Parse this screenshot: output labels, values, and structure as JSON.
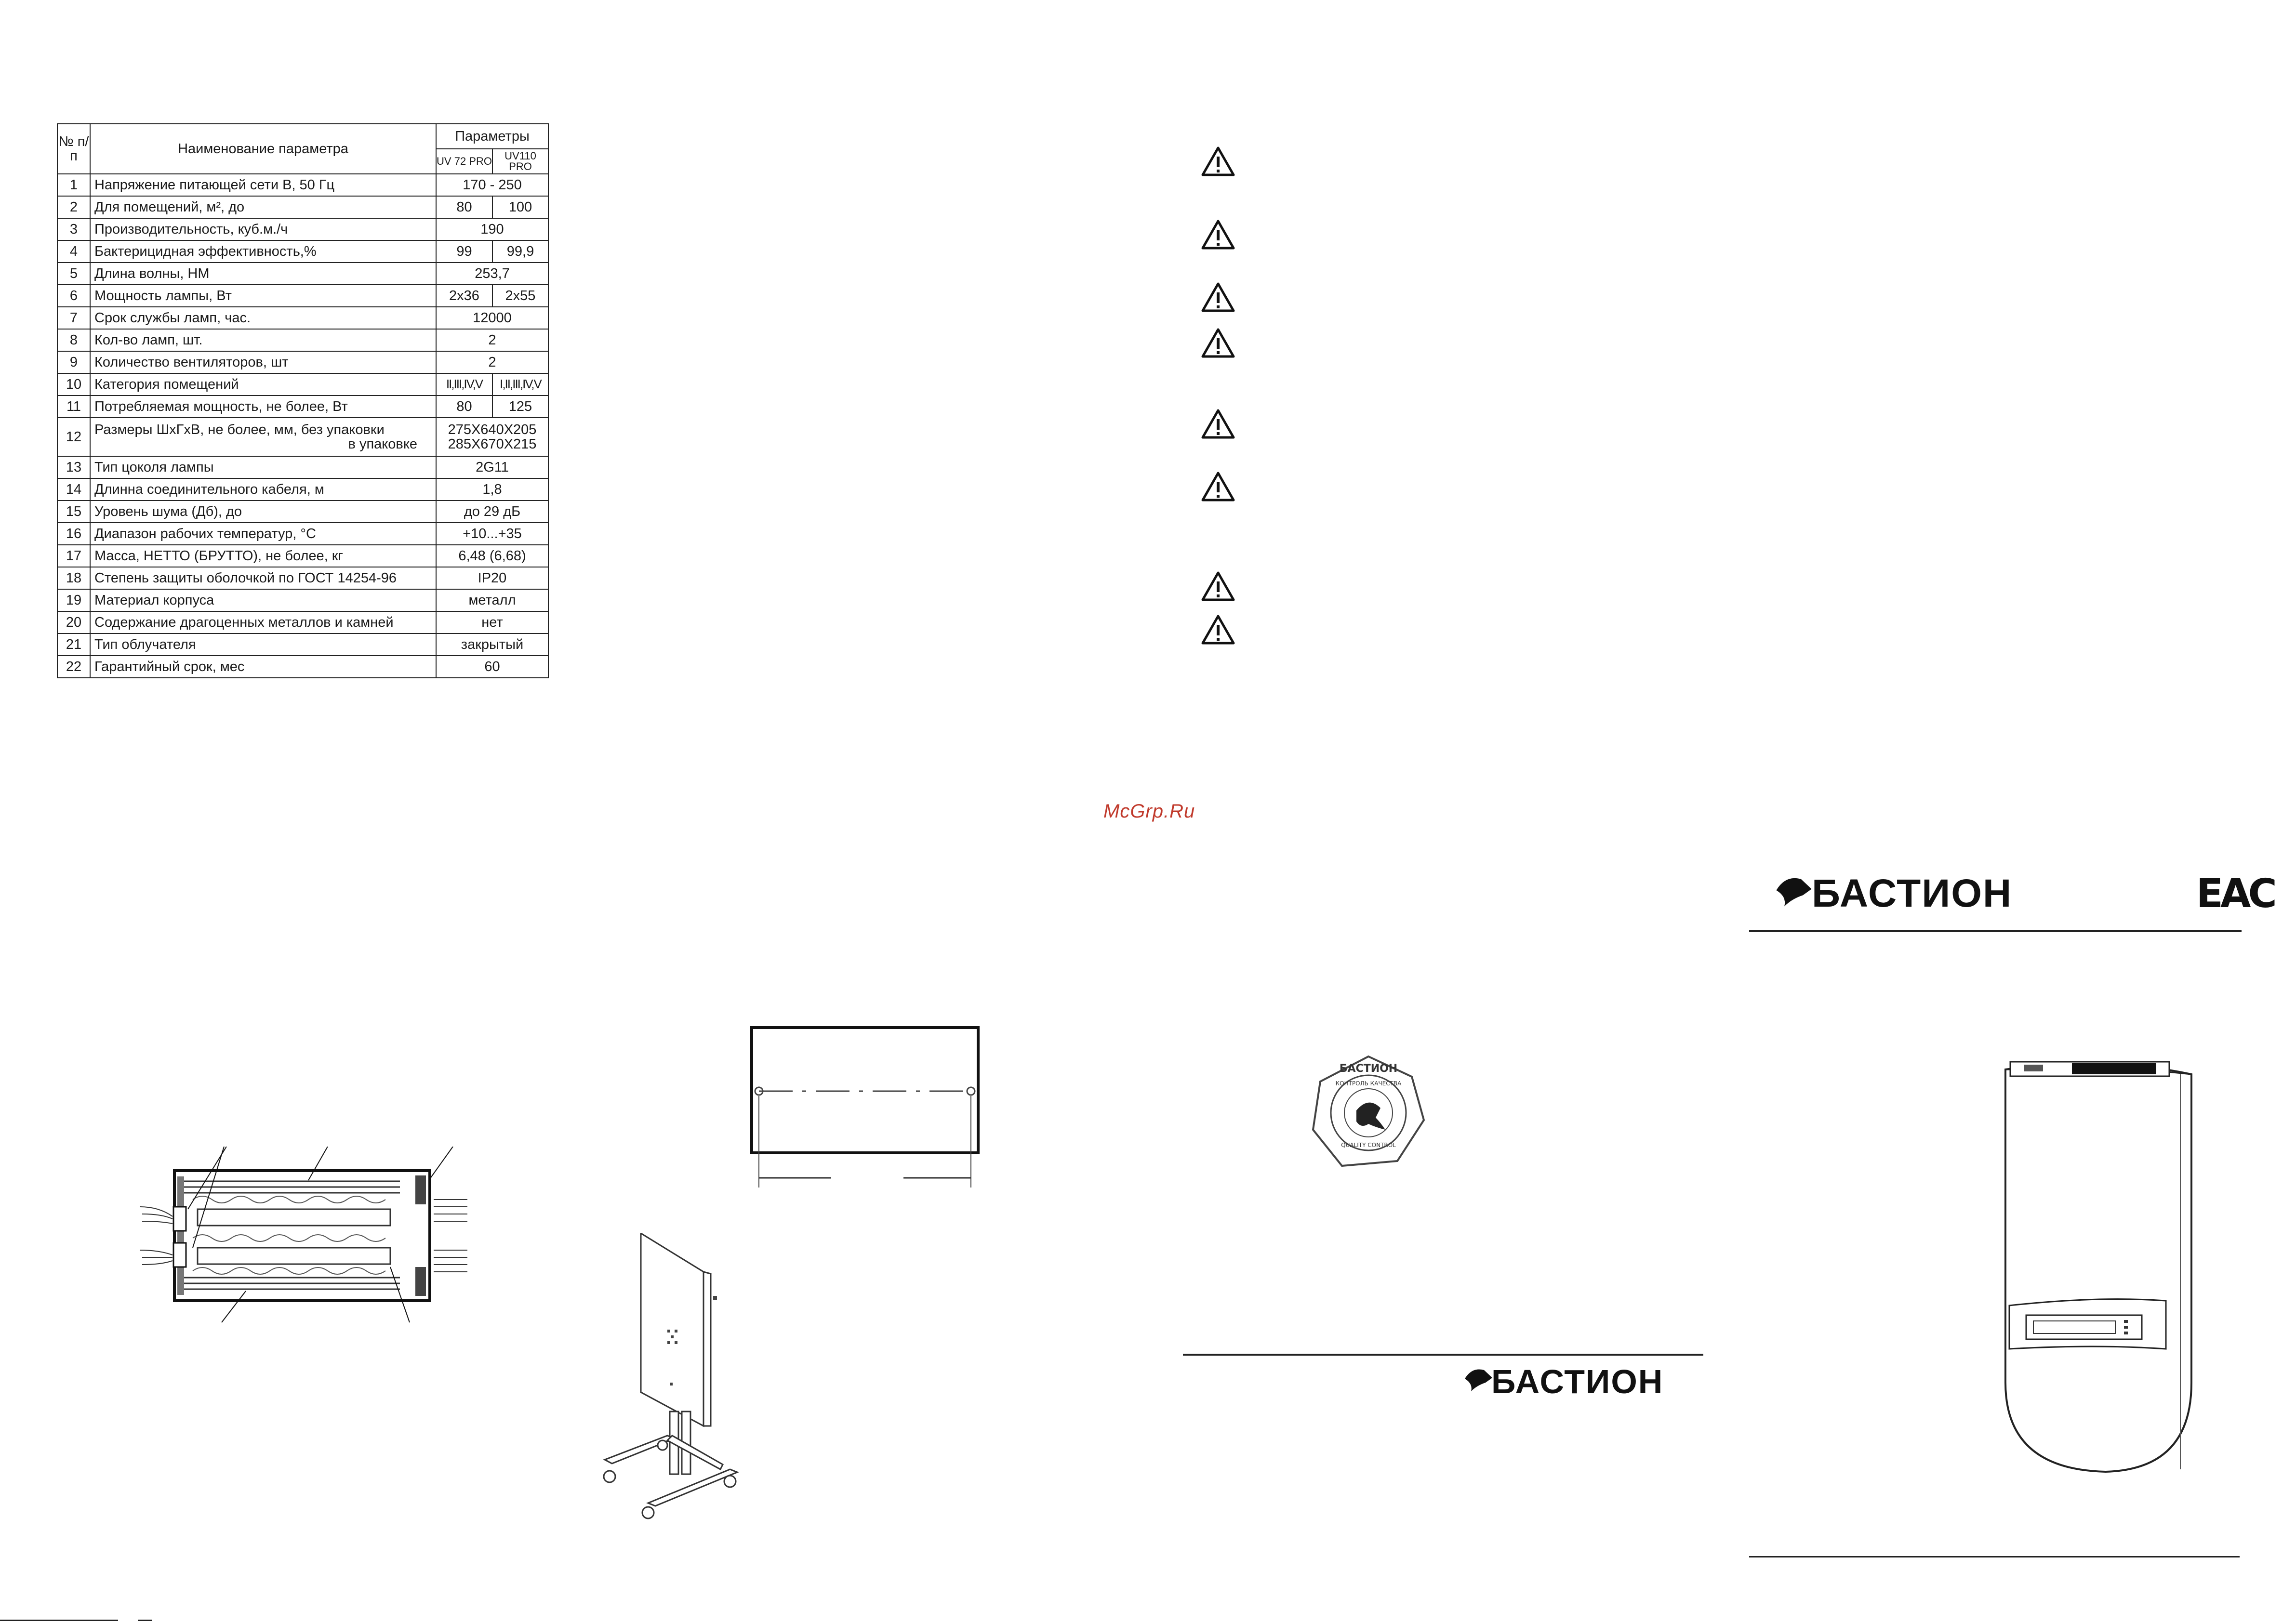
{
  "table": {
    "headers": {
      "num": "№ п/п",
      "name": "Наименование параметра",
      "params": "Параметры",
      "model1": "UV 72 PRO",
      "model2": "UV110 PRO"
    },
    "rows": [
      {
        "n": "1",
        "name": "Напряжение питающей сети В, 50 Гц",
        "v": "170 - 250"
      },
      {
        "n": "2",
        "name": "Для помещений, м², до",
        "v1": "80",
        "v2": "100"
      },
      {
        "n": "3",
        "name": "Производительность, куб.м./ч",
        "v": "190"
      },
      {
        "n": "4",
        "name": "Бактерицидная эффективность,%",
        "v1": "99",
        "v2": "99,9"
      },
      {
        "n": "5",
        "name": "Длина волны, НМ",
        "v": "253,7"
      },
      {
        "n": "6",
        "name": "Мощность лампы, Вт",
        "v1": "2х36",
        "v2": "2х55"
      },
      {
        "n": "7",
        "name": "Срок службы ламп, час.",
        "v": "12000"
      },
      {
        "n": "8",
        "name": "Кол-во ламп, шт.",
        "v": "2"
      },
      {
        "n": "9",
        "name": "Количество вентиляторов, шт",
        "v": "2"
      },
      {
        "n": "10",
        "name": "Категория помещений",
        "v1": "II,III,IV,V",
        "v2": "I,II,III,IV,V"
      },
      {
        "n": "11",
        "name": "Потребляемая мощность, не более, Вт",
        "v1": "80",
        "v2": "125"
      },
      {
        "n": "12",
        "name": "Размеры ШхГхВ, не более, мм, без упаковки",
        "name2": "в упаковке",
        "v": "275Х640Х205",
        "v_2": "285Х670Х215"
      },
      {
        "n": "13",
        "name": "Тип цоколя лампы",
        "v": "2G11"
      },
      {
        "n": "14",
        "name": "Длинна соединительного кабеля, м",
        "v": "1,8"
      },
      {
        "n": "15",
        "name": "Уровень шума (Дб), до",
        "v": "до 29 дБ"
      },
      {
        "n": "16",
        "name": "Диапазон рабочих температур, °С",
        "v": "+10...+35"
      },
      {
        "n": "17",
        "name": "Масса, НЕТТО (БРУТТО), не более, кг",
        "v": "6,48 (6,68)"
      },
      {
        "n": "18",
        "name": "Степень защиты оболочкой по ГОСТ 14254-96",
        "v": "IP20"
      },
      {
        "n": "19",
        "name": "Материал корпуса",
        "v": "металл"
      },
      {
        "n": "20",
        "name": "Содержание драгоценных металлов и камней",
        "v": "нет"
      },
      {
        "n": "21",
        "name": "Тип облучателя",
        "v": "закрытый"
      },
      {
        "n": "22",
        "name": "Гарантийный срок, мес",
        "v": "60"
      }
    ]
  },
  "watermark": "McGrp.Ru",
  "brand": {
    "name": "БАСТИОН",
    "eac": "ЕАС"
  },
  "seal": {
    "top_text": "БАСТИОН",
    "ring_text": "КОНТРОЛЬ КАЧЕСТВА",
    "inner_text": "QUALITY CONTROL"
  },
  "icons": {
    "warning": "warning-triangle-icon",
    "logo": "stingray-logo-icon"
  }
}
